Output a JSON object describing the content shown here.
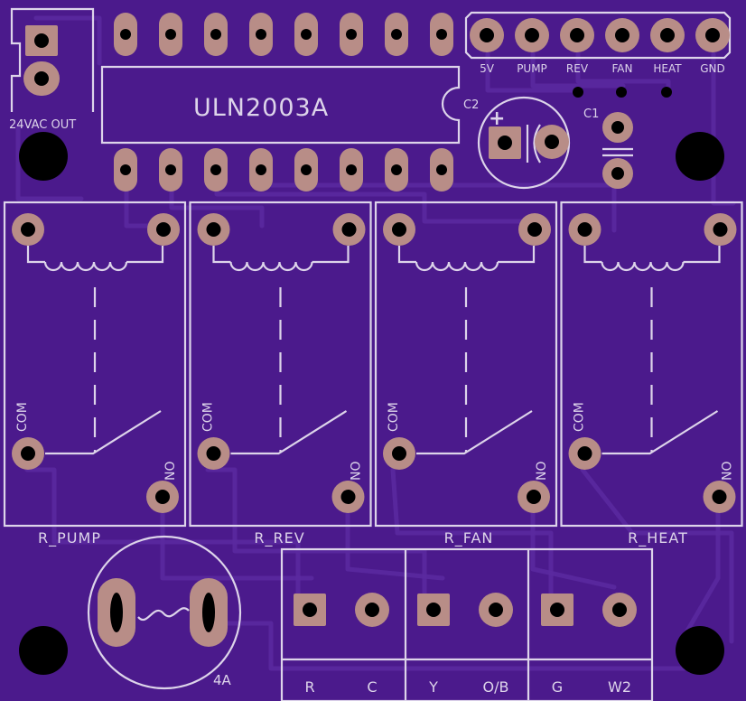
{
  "board": {
    "background": "#4b1a8c",
    "silkscreen": "#ddd4ea",
    "copper": "#b88d87"
  },
  "labels": {
    "ic": "ULN2003A",
    "power_in": "24VAC OUT",
    "c2": "C2",
    "c1": "C1",
    "c2_polarity": "+",
    "fuse_rating": "4A"
  },
  "header_pins": [
    "5V",
    "PUMP",
    "REV",
    "FAN",
    "HEAT",
    "GND"
  ],
  "relays": [
    {
      "name": "R_PUMP",
      "com": "COM",
      "no": "NO"
    },
    {
      "name": "R_REV",
      "com": "COM",
      "no": "NO"
    },
    {
      "name": "R_FAN",
      "com": "COM",
      "no": "NO"
    },
    {
      "name": "R_HEAT",
      "com": "COM",
      "no": "NO"
    }
  ],
  "terminals": [
    "R",
    "C",
    "Y",
    "O/B",
    "G",
    "W2"
  ]
}
